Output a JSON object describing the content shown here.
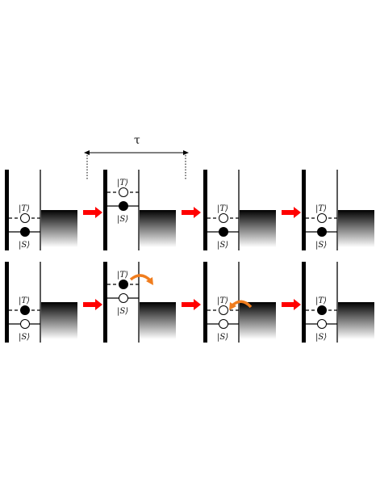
{
  "figure": {
    "tau_label": "τ",
    "triplet_label": "|T⟩",
    "singlet_label": "|S⟩",
    "colors": {
      "arrow": "#ff0000",
      "tunnel_arrow": "#f07d1e",
      "ink": "#000000",
      "reservoir_top": "#000000",
      "reservoir_bottom": "#ffffff"
    },
    "rows": [
      {
        "name": "top-row",
        "panels": [
          {
            "occupied": "S",
            "levels": "low",
            "tunnel": "none"
          },
          {
            "occupied": "S",
            "levels": "raised",
            "tunnel": "none"
          },
          {
            "occupied": "S",
            "levels": "low",
            "tunnel": "none"
          },
          {
            "occupied": "S",
            "levels": "low",
            "tunnel": "none"
          }
        ]
      },
      {
        "name": "bottom-row",
        "panels": [
          {
            "occupied": "T",
            "levels": "low",
            "tunnel": "none"
          },
          {
            "occupied": "T",
            "levels": "raised",
            "tunnel": "out"
          },
          {
            "occupied": "none",
            "levels": "low",
            "tunnel": "in"
          },
          {
            "occupied": "T",
            "levels": "low",
            "tunnel": "none"
          }
        ]
      }
    ]
  }
}
